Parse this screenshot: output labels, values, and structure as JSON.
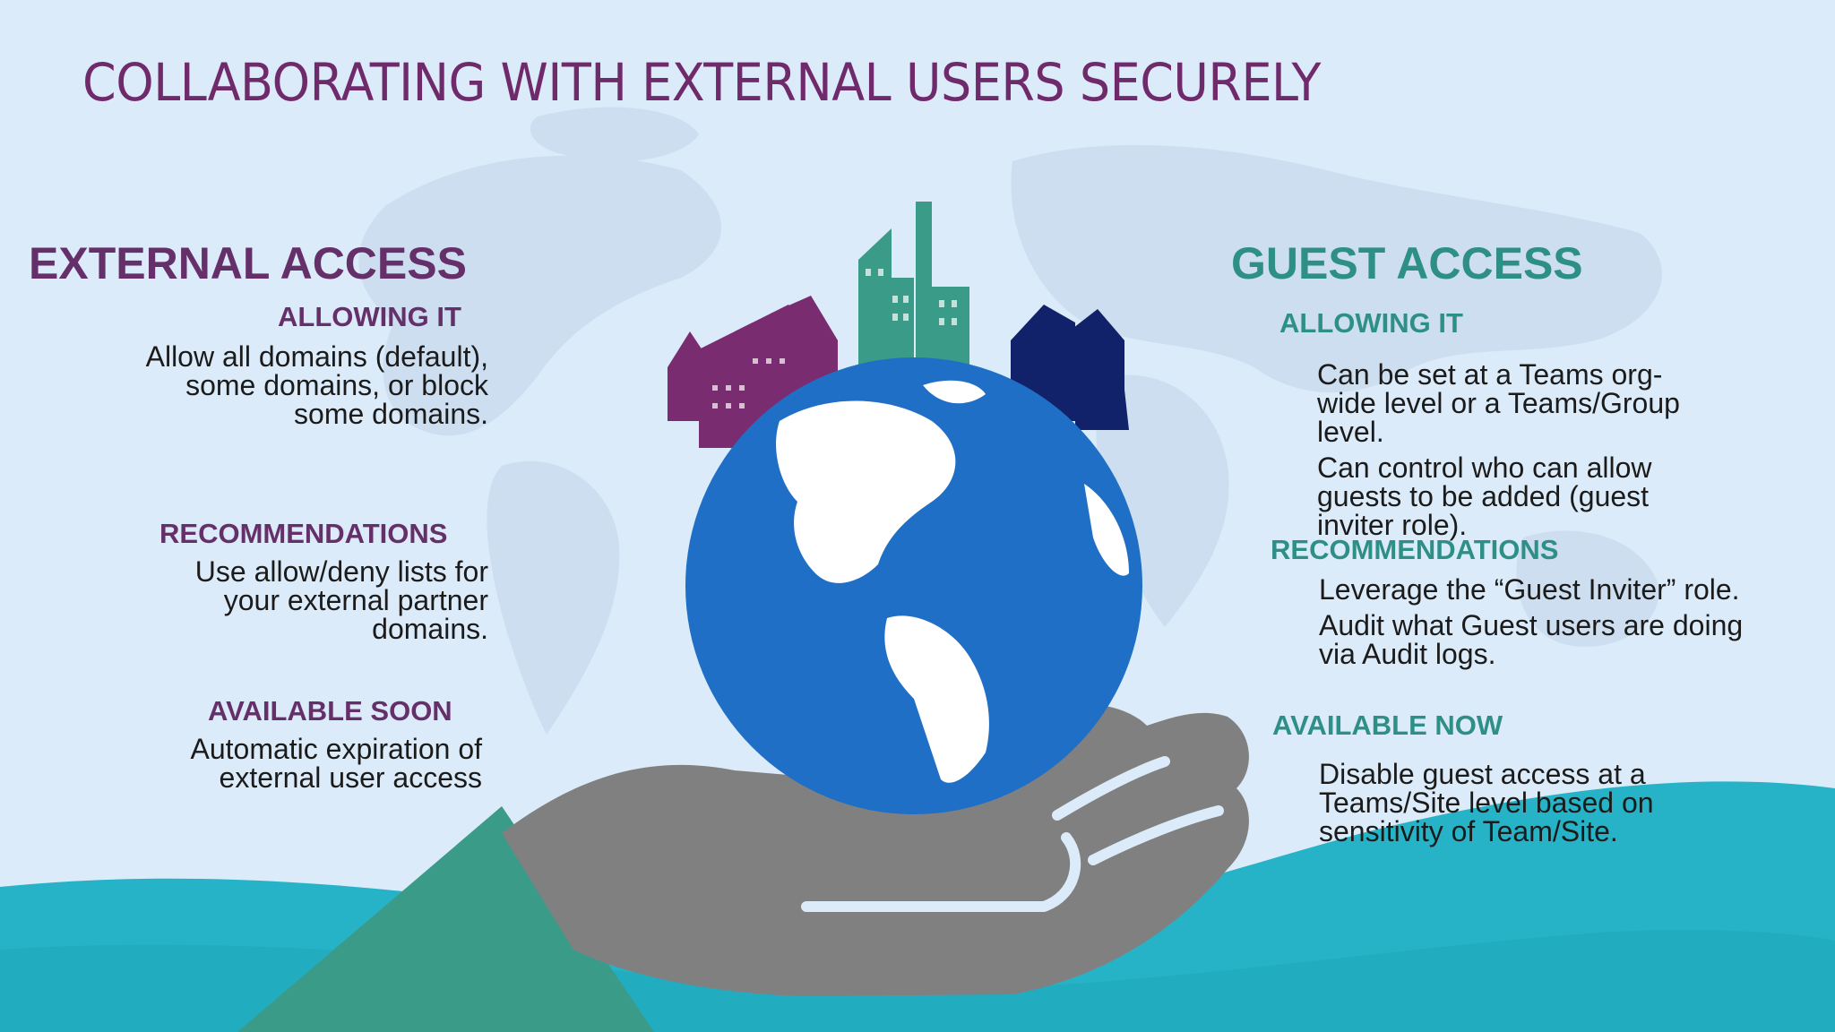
{
  "title": "COLLABORATING WITH EXTERNAL USERS SECURELY",
  "external": {
    "heading": "EXTERNAL ACCESS",
    "allowing_label": "ALLOWING IT",
    "allowing_text": [
      "Allow all domains (default),",
      "some domains, or block",
      "some domains."
    ],
    "rec_label": "RECOMMENDATIONS",
    "rec_text": [
      "Use allow/deny lists for",
      "your external partner",
      "domains."
    ],
    "soon_label": "AVAILABLE SOON",
    "soon_text": [
      "Automatic expiration of",
      "external user access"
    ]
  },
  "guest": {
    "heading": "GUEST ACCESS",
    "allowing_label": "ALLOWING IT",
    "allowing_p1": [
      "Can be set at a Teams org-",
      "wide level or a Teams/Group",
      "level."
    ],
    "allowing_p2": [
      "Can control who can allow",
      "guests to be added (guest",
      "inviter role)."
    ],
    "rec_label": "RECOMMENDATIONS",
    "rec_p1": [
      "Leverage the “Guest Inviter” role."
    ],
    "rec_p2": [
      "Audit what Guest users are doing",
      "via Audit logs."
    ],
    "now_label": "AVAILABLE NOW",
    "now_text": [
      "Disable guest access at a",
      "Teams/Site level based on",
      "sensitivity of Team/Site."
    ]
  },
  "colors": {
    "title": "#6f2a6b",
    "purple": "#65306a",
    "teal": "#2e8f88",
    "globe": "#1f6fc6",
    "hand": "#808080",
    "sleeve": "#3a9b88",
    "wave": "#27b3c7"
  }
}
